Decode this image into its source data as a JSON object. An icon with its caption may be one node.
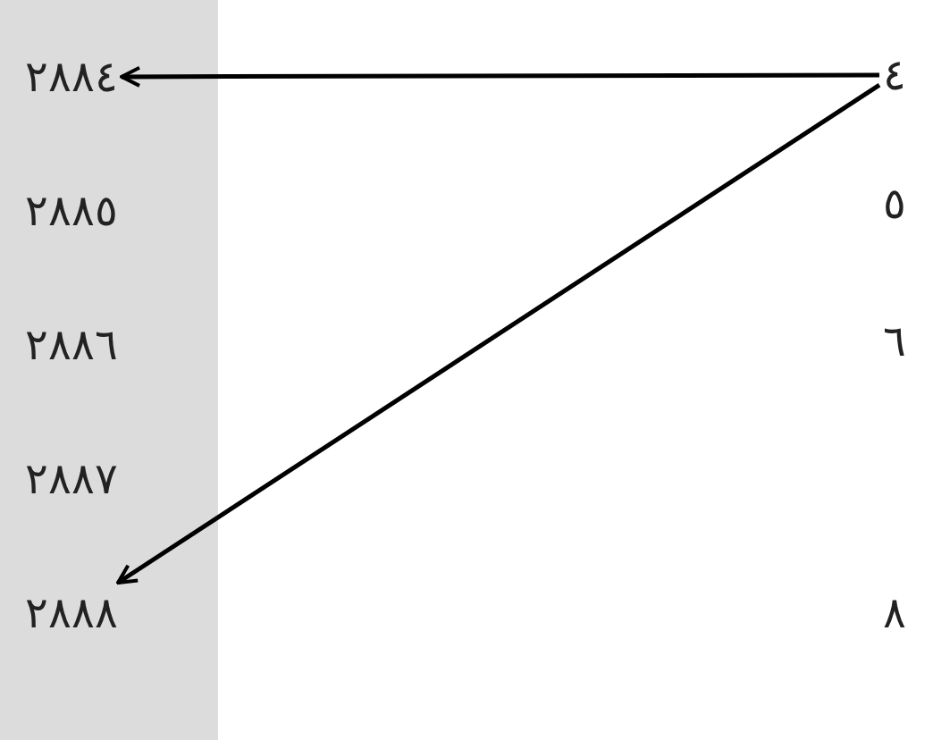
{
  "diagram": {
    "nodes": [
      {
        "text": [],
        "shape": "bar"
      },
      {
        "text": [
          "٢٨٨٤"
        ],
        "in": 0
      },
      {
        "text": [
          "٢٨٨٥"
        ],
        "in": 0
      },
      {
        "text": [
          "٢٨٨٦"
        ],
        "in": 0
      },
      {
        "text": [
          "٢٨٨٧"
        ],
        "in": 0
      },
      {
        "text": [
          "٢٨٨٨"
        ],
        "in": 0
      },
      {
        "text": [
          "٤"
        ]
      },
      {
        "text": [
          "٥"
        ]
      },
      {
        "text": [
          "٦"
        ]
      },
      {
        "text": [
          "٨"
        ]
      }
    ],
    "edges": [
      {
        "from": 6,
        "to": 1,
        "arrow": "to"
      },
      {
        "from": 6,
        "to": 5,
        "arrow": "to"
      }
    ]
  }
}
